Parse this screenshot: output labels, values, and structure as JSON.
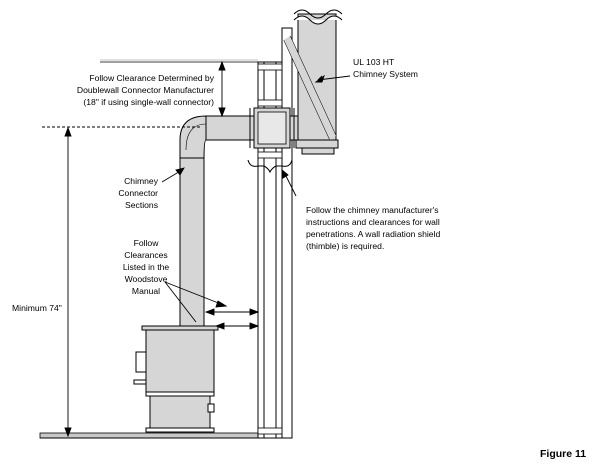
{
  "figure_label": "Figure 11",
  "labels": {
    "clearance": [
      "Follow Clearance Determined by",
      "Doublewall Connector Manufacturer",
      "(18\" if using single-wall connector)"
    ],
    "chimney_system": [
      "UL 103 HT",
      "Chimney System"
    ],
    "connector_sections": [
      "Chimney",
      "Connector",
      "Sections"
    ],
    "wall_penetration": [
      "Follow the chimney manufacturer's",
      "instructions and clearances for wall",
      "penetrations.  A wall radiation shield",
      "(thimble) is required."
    ],
    "woodstove_clearances": [
      "Follow",
      "Clearances",
      "Listed in the",
      "Woodstove",
      "Manual"
    ],
    "minimum_height": "Minimum 74\""
  },
  "colors": {
    "pipe_fill": "#d6d6d6",
    "line": "#000000",
    "floor": "#c8c8c8"
  }
}
